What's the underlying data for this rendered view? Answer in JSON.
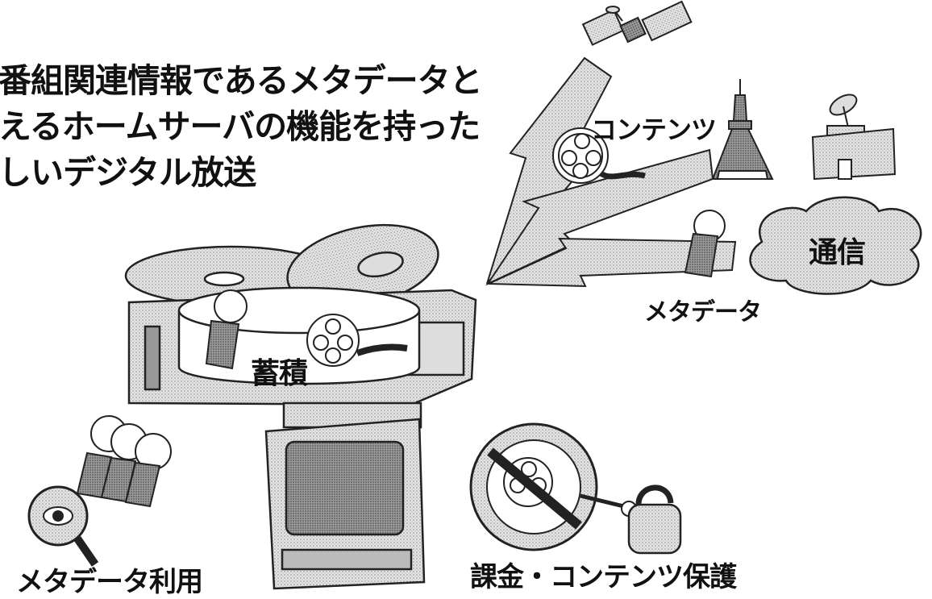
{
  "heading": {
    "line1": "番組関連情報であるメタデータと",
    "line2": "えるホームサーバの機能を持った",
    "line3": "しいデジタル放送"
  },
  "labels": {
    "contents": "コンテンツ",
    "communication": "通信",
    "metadata": "メタデータ",
    "storage": "蓄積",
    "metadata_use": "メタデータ利用",
    "billing_protection": "課金・コンテンツ保護"
  }
}
